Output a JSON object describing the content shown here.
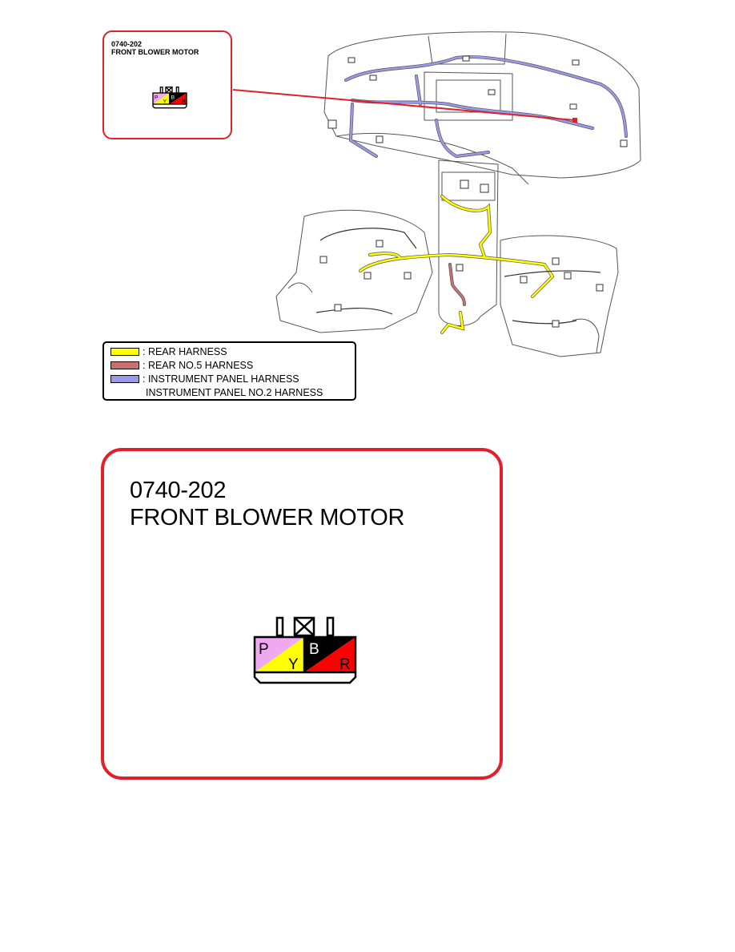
{
  "connector": {
    "code": "0740-202",
    "name": "FRONT BLOWER MOTOR",
    "pins": [
      {
        "label": "P",
        "color": "#f0a8f0"
      },
      {
        "label": "Y",
        "color": "#ffff00"
      },
      {
        "label": "B",
        "color": "#000000"
      },
      {
        "label": "R",
        "color": "#ff0000"
      }
    ]
  },
  "legend": {
    "items": [
      {
        "label": ": REAR HARNESS",
        "color": "#ffff00"
      },
      {
        "label": ": REAR NO.5 HARNESS",
        "color": "#c87070"
      },
      {
        "label": ": INSTRUMENT PANEL HARNESS",
        "color": "#9a9ae8"
      }
    ],
    "extra_line": "INSTRUMENT PANEL NO.2 HARNESS"
  },
  "colors": {
    "callout_border": "#e0202a",
    "pointer_line": "#e0202a",
    "wire_outline": "#555555"
  }
}
